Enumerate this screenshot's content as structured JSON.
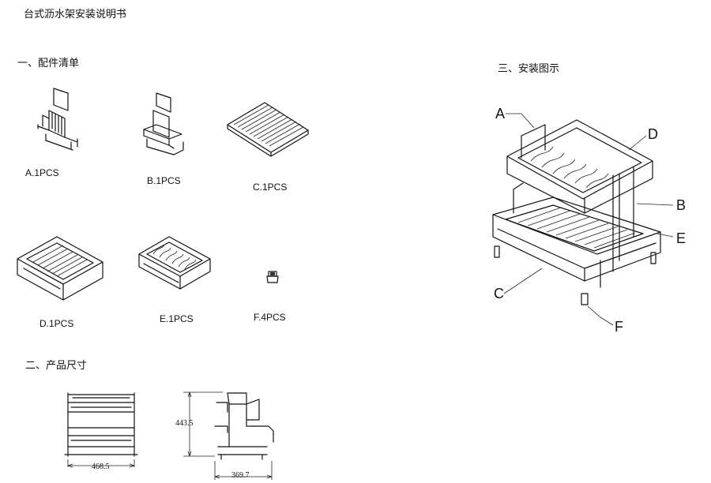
{
  "document_title": "台式沥水架安装说明书",
  "sections": {
    "parts_list": "一、配件清单",
    "dimensions": "二、产品尺寸",
    "install_diagram": "三、安装图示"
  },
  "parts": [
    {
      "label": "A.1PCS"
    },
    {
      "label": "B.1PCS"
    },
    {
      "label": "C.1PCS"
    },
    {
      "label": "D.1PCS"
    },
    {
      "label": "E.1PCS"
    },
    {
      "label": "F.4PCS"
    }
  ],
  "dimensions": {
    "width": "468.5",
    "height": "443.5",
    "depth": "369.7"
  },
  "callouts": [
    "A",
    "B",
    "C",
    "D",
    "E",
    "F"
  ]
}
